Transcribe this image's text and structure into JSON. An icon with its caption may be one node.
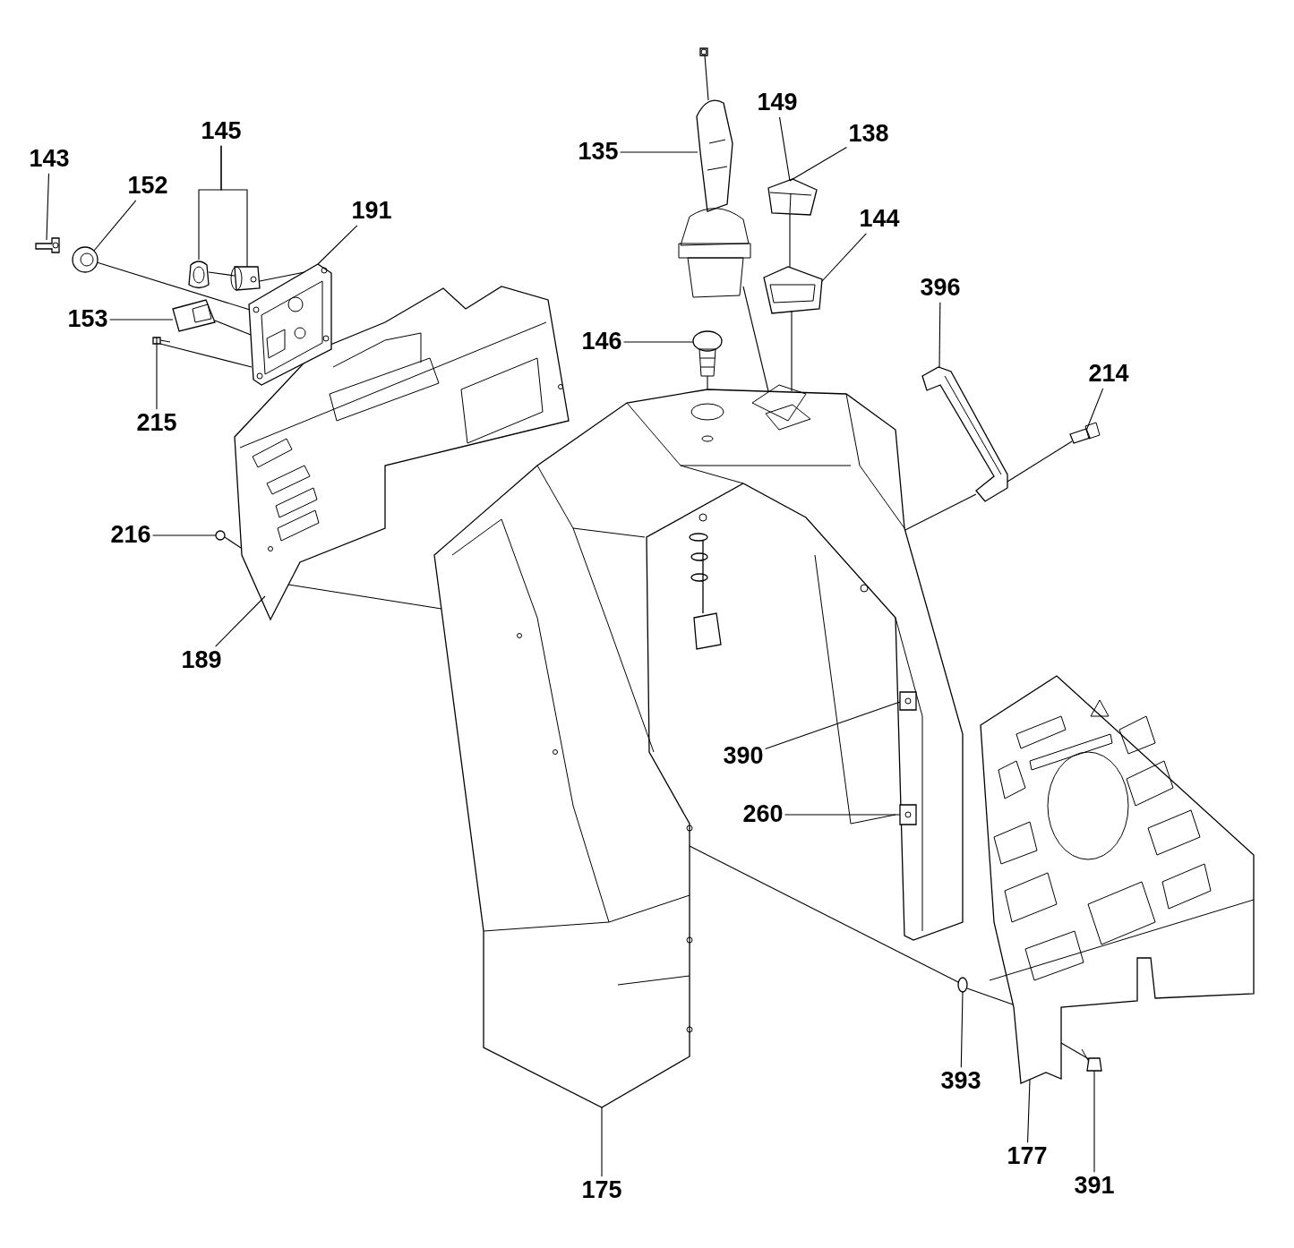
{
  "diagram": {
    "nodes": [
      {
        "text": [
          "143"
        ]
      },
      {
        "text": [],
        "shape": "picture"
      },
      {
        "text": [
          "152"
        ]
      },
      {
        "text": [],
        "shape": "picture"
      },
      {
        "text": [
          "145"
        ]
      },
      {
        "text": [],
        "shape": "picture"
      },
      {
        "text": [],
        "shape": "picture"
      },
      {
        "text": [
          "191"
        ]
      },
      {
        "text": [],
        "shape": "picture"
      },
      {
        "text": [
          "153"
        ]
      },
      {
        "text": [],
        "shape": "picture"
      },
      {
        "text": [
          "215"
        ]
      },
      {
        "text": [],
        "shape": "picture"
      },
      {
        "text": [
          "216"
        ]
      },
      {
        "text": [],
        "shape": "circle"
      },
      {
        "text": [
          "189"
        ]
      },
      {
        "text": [],
        "shape": "picture"
      },
      {
        "text": [
          "135"
        ]
      },
      {
        "text": [],
        "shape": "picture"
      },
      {
        "text": [
          "149"
        ]
      },
      {
        "text": [
          "138"
        ]
      },
      {
        "text": [],
        "shape": "picture"
      },
      {
        "text": [
          "144"
        ]
      },
      {
        "text": [],
        "shape": "picture"
      },
      {
        "text": [
          "396"
        ]
      },
      {
        "text": [],
        "shape": "picture"
      },
      {
        "text": [
          "214"
        ]
      },
      {
        "text": [],
        "shape": "picture"
      },
      {
        "text": [
          "146"
        ]
      },
      {
        "text": [],
        "shape": "picture"
      },
      {
        "text": [
          "390"
        ]
      },
      {
        "text": [],
        "shape": "box",
        "in": 35
      },
      {
        "text": [
          "260"
        ]
      },
      {
        "text": [],
        "shape": "box",
        "in": 35
      },
      {
        "text": [
          "175"
        ]
      },
      {
        "text": [],
        "shape": "picture"
      },
      {
        "text": [
          "393"
        ]
      },
      {
        "text": [],
        "shape": "circle"
      },
      {
        "text": [
          "177"
        ]
      },
      {
        "text": [],
        "shape": "picture"
      },
      {
        "text": [
          "391"
        ]
      },
      {
        "text": [],
        "shape": "picture"
      },
      {
        "text": [],
        "shape": "box"
      }
    ],
    "edges": [
      {
        "from": 0,
        "to": 1,
        "arrow": "none"
      },
      {
        "from": 2,
        "to": 3,
        "arrow": "none"
      },
      {
        "from": 4,
        "to": 5,
        "arrow": "none"
      },
      {
        "from": 4,
        "to": 6,
        "arrow": "none"
      },
      {
        "from": 7,
        "to": 8,
        "arrow": "none"
      },
      {
        "from": 9,
        "to": 10,
        "arrow": "none"
      },
      {
        "from": 11,
        "to": 12,
        "arrow": "none"
      },
      {
        "from": 13,
        "to": 14,
        "arrow": "none"
      },
      {
        "from": 15,
        "to": 16,
        "arrow": "none"
      },
      {
        "from": 17,
        "to": 18,
        "arrow": "none"
      },
      {
        "from": 19,
        "to": 21,
        "arrow": "none"
      },
      {
        "from": 20,
        "to": 21,
        "arrow": "none"
      },
      {
        "from": 22,
        "to": 23,
        "arrow": "none"
      },
      {
        "from": 24,
        "to": 25,
        "arrow": "none"
      },
      {
        "from": 26,
        "to": 27,
        "arrow": "none"
      },
      {
        "from": 28,
        "to": 29,
        "arrow": "none"
      },
      {
        "from": 30,
        "to": 31,
        "arrow": "none"
      },
      {
        "from": 32,
        "to": 33,
        "arrow": "none"
      },
      {
        "from": 34,
        "to": 35,
        "arrow": "none"
      },
      {
        "from": 36,
        "to": 37,
        "arrow": "none"
      },
      {
        "from": 38,
        "to": 39,
        "arrow": "none"
      },
      {
        "from": 40,
        "to": 41,
        "arrow": "none"
      },
      {
        "from": 3,
        "to": 8,
        "arrow": "none"
      },
      {
        "from": 5,
        "to": 6,
        "arrow": "none"
      },
      {
        "from": 6,
        "to": 8,
        "arrow": "none"
      },
      {
        "from": 10,
        "to": 8,
        "arrow": "none"
      },
      {
        "from": 12,
        "to": 8,
        "arrow": "none"
      },
      {
        "from": 14,
        "to": 16,
        "arrow": "none"
      },
      {
        "from": 16,
        "to": 35,
        "arrow": "none"
      },
      {
        "from": 42,
        "to": 18,
        "arrow": "none"
      },
      {
        "from": 18,
        "to": 35,
        "arrow": "none"
      },
      {
        "from": 29,
        "to": 35,
        "arrow": "none"
      },
      {
        "from": 21,
        "to": 23,
        "arrow": "none"
      },
      {
        "from": 23,
        "to": 35,
        "arrow": "none"
      },
      {
        "from": 27,
        "to": 25,
        "arrow": "none"
      },
      {
        "from": 25,
        "to": 35,
        "arrow": "none"
      },
      {
        "from": 35,
        "to": 37,
        "arrow": "none"
      },
      {
        "from": 37,
        "to": 39,
        "arrow": "none"
      },
      {
        "from": 39,
        "to": 41,
        "arrow": "none"
      }
    ]
  }
}
